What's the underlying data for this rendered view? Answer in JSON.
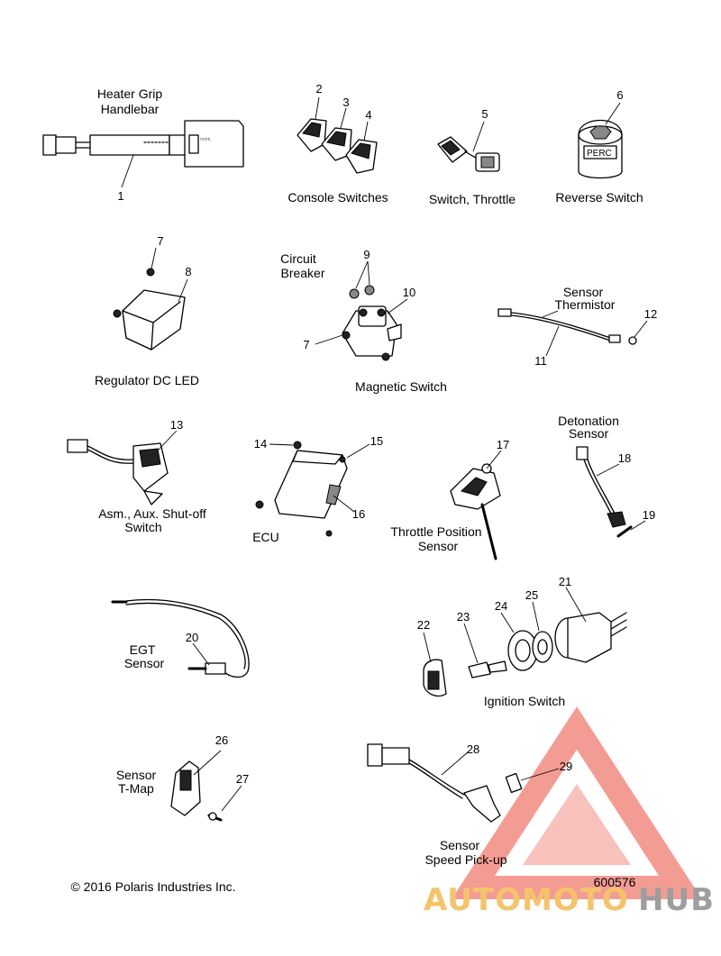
{
  "groups": {
    "heater_grip": [
      "Heater Grip",
      "Handlebar"
    ],
    "console_switches": "Console Switches",
    "switch_throttle": "Switch, Throttle",
    "reverse_switch": "Reverse Switch",
    "regulator": "Regulator DC LED",
    "circuit_breaker": [
      "Circuit",
      "Breaker"
    ],
    "magnetic_switch": "Magnetic Switch",
    "sensor_thermistor": [
      "Sensor",
      "Thermistor"
    ],
    "aux_shutoff": [
      "Asm., Aux. Shut-off",
      "Switch"
    ],
    "ecu": "ECU",
    "throttle_position": [
      "Throttle Position",
      "Sensor"
    ],
    "detonation_sensor": [
      "Detonation",
      "Sensor"
    ],
    "egt_sensor": [
      "EGT",
      "Sensor"
    ],
    "ignition_switch": "Ignition Switch",
    "sensor_tmap": [
      "Sensor",
      "T-Map"
    ],
    "speed_pickup": [
      "Sensor",
      "Speed Pick-up"
    ]
  },
  "part_numbers": [
    "1",
    "2",
    "3",
    "4",
    "5",
    "6",
    "7",
    "8",
    "9",
    "10",
    "7",
    "11",
    "12",
    "13",
    "14",
    "15",
    "16",
    "17",
    "18",
    "19",
    "20",
    "21",
    "22",
    "23",
    "24",
    "25",
    "26",
    "27",
    "28",
    "29"
  ],
  "reverse_switch_text": "PERC",
  "copyright": "© 2016 Polaris Industries Inc.",
  "diagram_id": "600576",
  "watermark": {
    "part1": "AUTOMOTO",
    "part2": "HUB",
    "color_primary": "#f28b82",
    "color_accent": "#f5c36b",
    "color_dark": "#9e9e9e"
  }
}
